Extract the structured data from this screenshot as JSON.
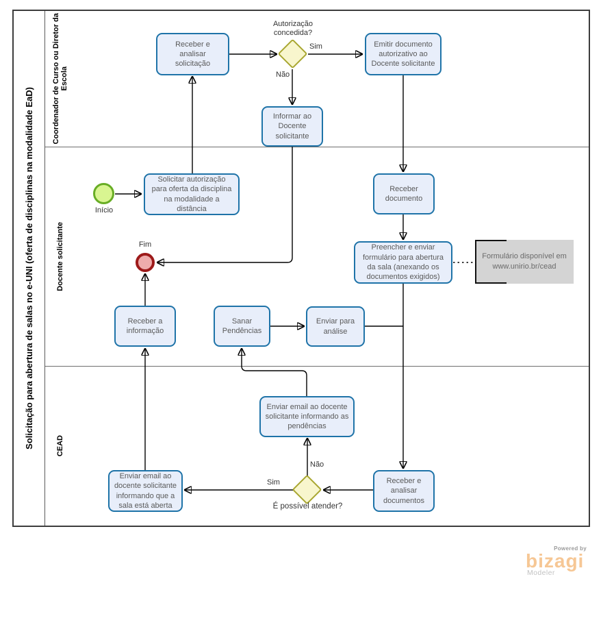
{
  "pool": {
    "title": "Solicitação para abertura de salas no e-UNI (oferta de disciplinas na modalidade EaD)",
    "lanes": [
      {
        "name": "Coordenador de Curso ou Diretor da Escola"
      },
      {
        "name": "Docente  solicitante"
      },
      {
        "name": "CEAD"
      }
    ]
  },
  "events": {
    "inicio": {
      "label": "Início"
    },
    "fim": {
      "label": "Fim"
    }
  },
  "tasks": {
    "receber_analisar": {
      "label": "Receber  e analisar solicitação"
    },
    "emitir": {
      "label": "Emitir documento autorizativo ao Docente solicitante"
    },
    "informar": {
      "label": "Informar ao Docente solicitante"
    },
    "solicitar": {
      "label": "Solicitar autorização para oferta da disciplina na modalidade a distância"
    },
    "receber_documento": {
      "label": "Receber documento"
    },
    "preencher": {
      "label": "Preencher e enviar formulário para abertura da sala (anexando os documentos exigidos)"
    },
    "receber_informacao": {
      "label": "Receber a informação"
    },
    "sanar_pendencias": {
      "label": "Sanar Pendências"
    },
    "enviar_analise": {
      "label": "Enviar para análise"
    },
    "email_pendencias": {
      "label": "Enviar email ao docente solicitante informando as pendências"
    },
    "email_sala_aberta": {
      "label": "Enviar email ao docente solicitante informando que a sala está aberta"
    },
    "receber_analisar_docs": {
      "label": "Receber e analisar documentos"
    }
  },
  "gateways": {
    "autorizacao": {
      "question": "Autorização concedida?"
    },
    "possivel_atender": {
      "question": "É possível atender?"
    }
  },
  "edge_labels": {
    "sim1": "Sim",
    "nao1": "Não",
    "sim2": "Sim",
    "nao2": "Não"
  },
  "annotation": {
    "text": "Formulário disponível em www.unirio.br/cead"
  },
  "branding": {
    "powered_by": "Powered by",
    "name": "bizagi",
    "product": "Modeler"
  },
  "colors": {
    "task_fill": "#e8eefa",
    "task_border": "#1e73a8",
    "gateway_fill": "#f8f6cd",
    "gateway_border": "#a8a62f",
    "start_fill": "#d9f591",
    "start_border": "#68ad25",
    "end_fill": "#eeacac",
    "end_border": "#9d1a1a",
    "annotation_fill": "#d4d4d4",
    "brand": "#f6c795"
  }
}
